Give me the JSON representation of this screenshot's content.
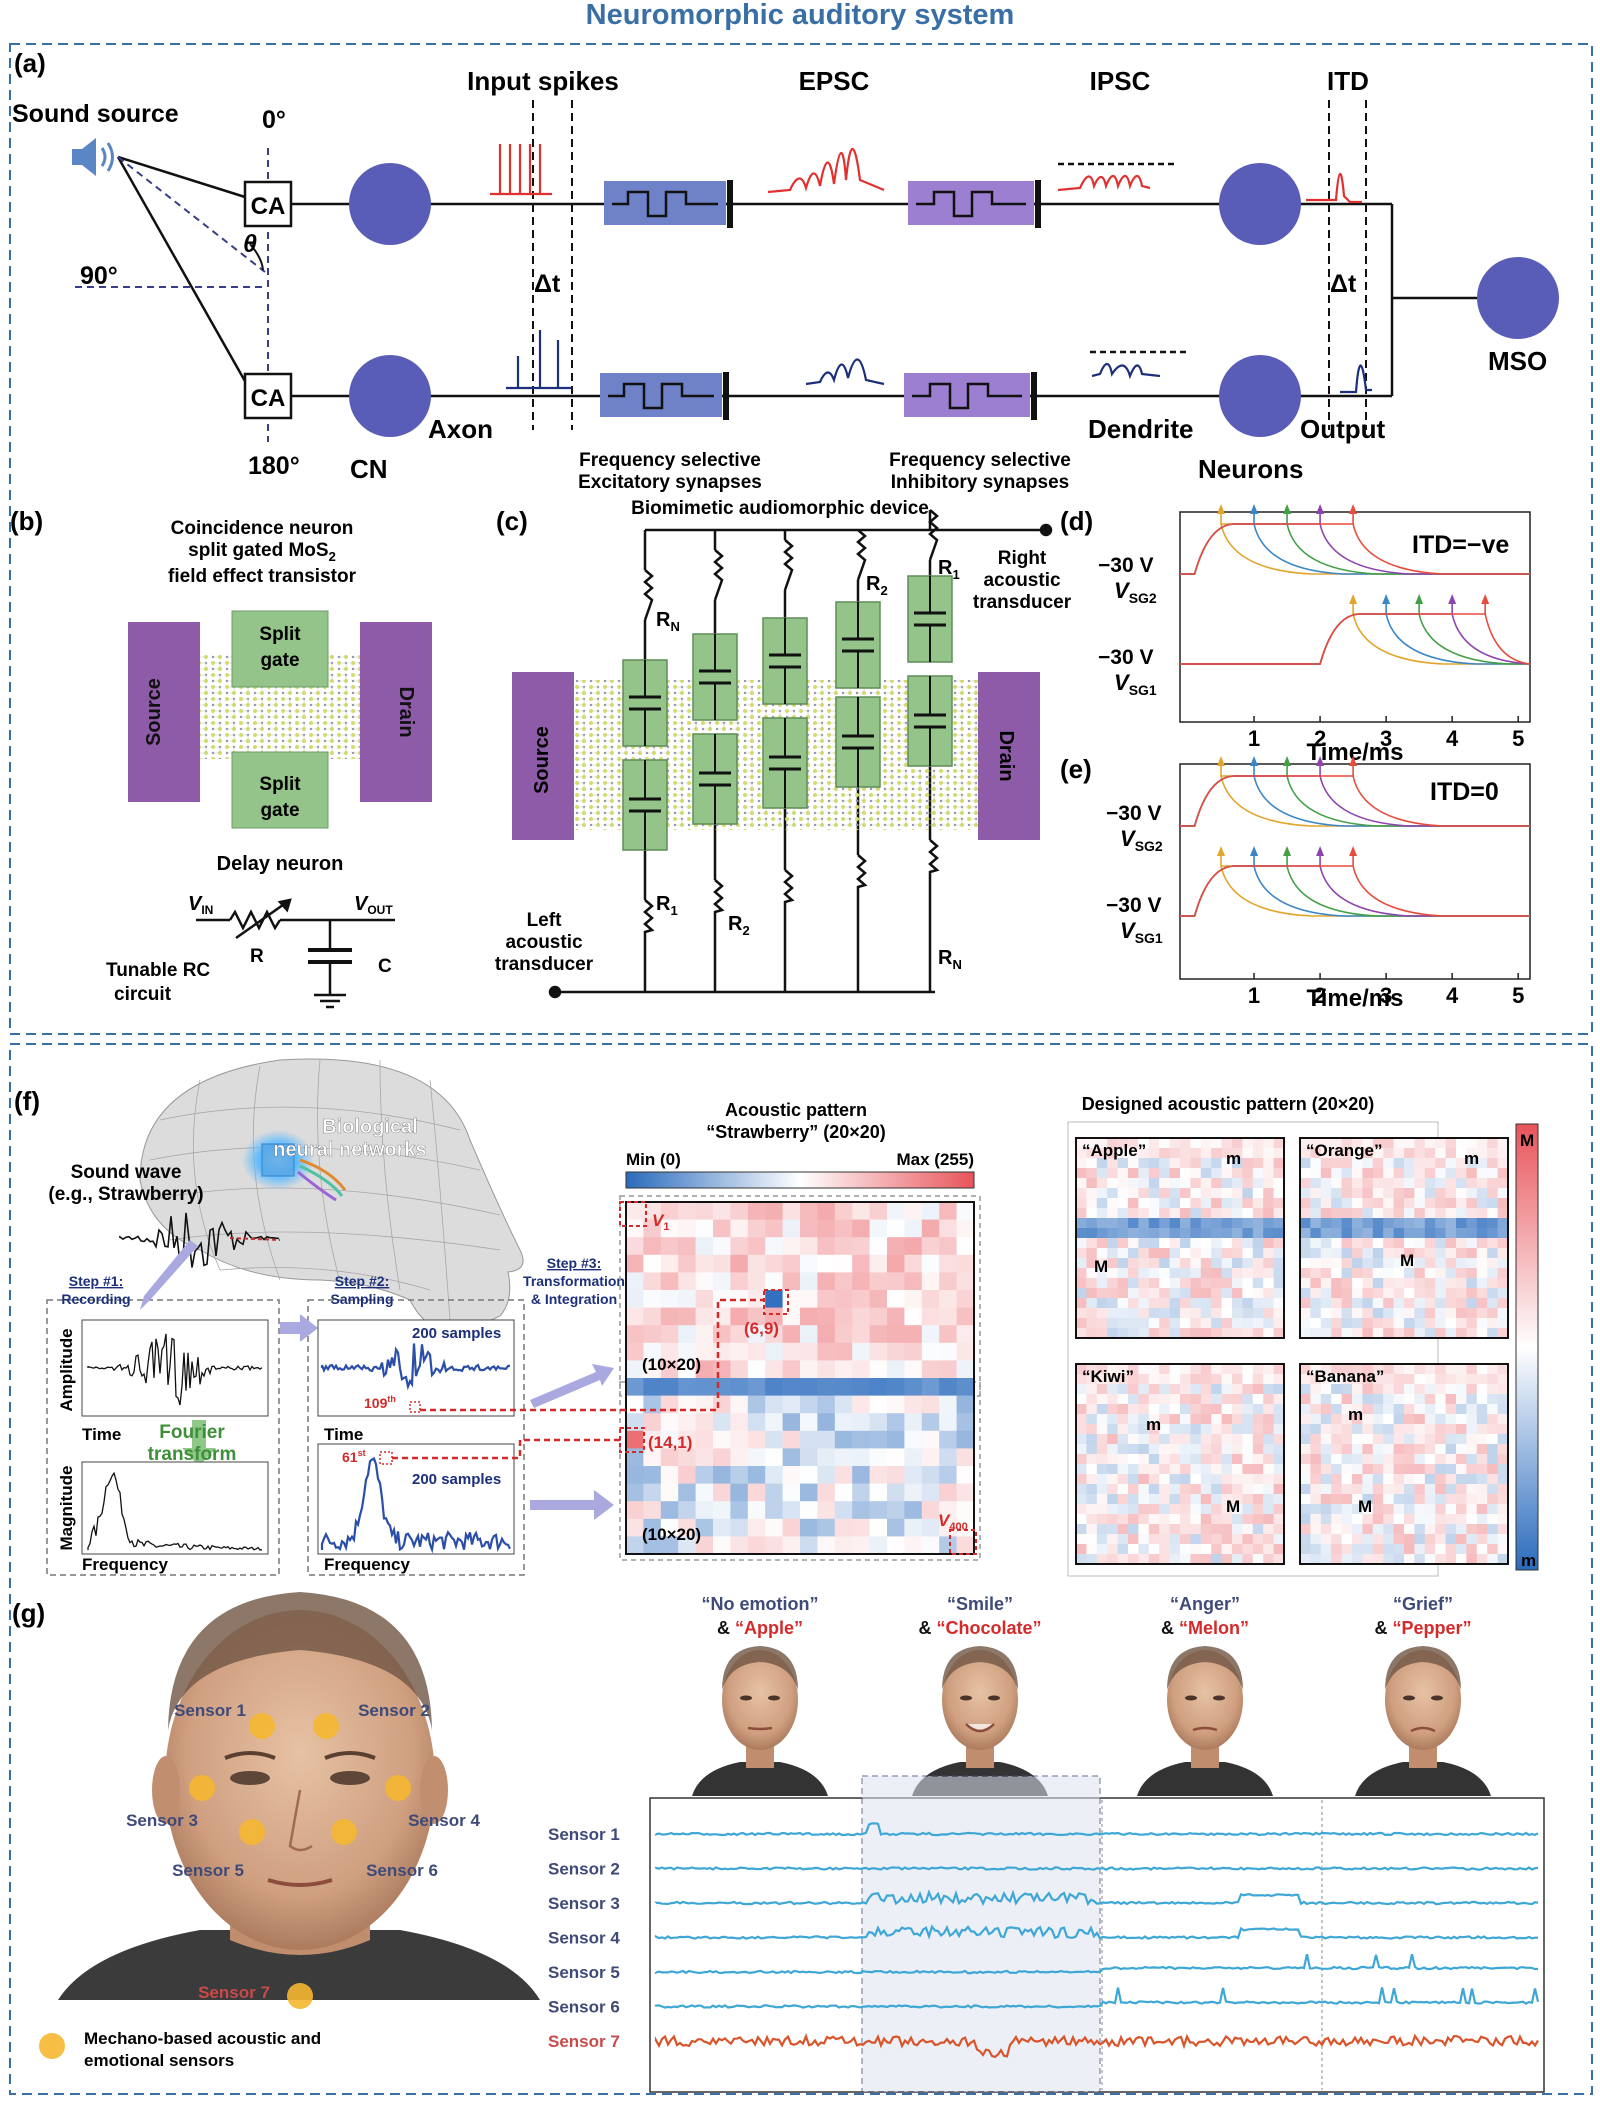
{
  "title": "Neuromorphic auditory system",
  "colors": {
    "blue_dark": "#3a6fa6",
    "neuron": "#5a5db8",
    "synapse_ex": "#6f82c8",
    "synapse_in": "#9c7fd1",
    "red": "#e03030",
    "red_label": "#d42a2a",
    "navy": "#1c2f7a",
    "cyan": "#3ea7d6",
    "orange": "#d9542b",
    "sensor_dot": "#f5b731",
    "gate_green": "#94c48a",
    "electrode": "#8d5ba8"
  },
  "panel_a": {
    "label": "(a)",
    "sound_source": "Sound source",
    "angle_0": "0°",
    "angle_90": "90°",
    "angle_180": "180°",
    "theta": "θ",
    "ca_top": "CA",
    "ca_bottom": "CA",
    "cn": "CN",
    "axon": "Axon",
    "input_spikes": "Input spikes",
    "epsc": "EPSC",
    "ipsc": "IPSC",
    "itd": "ITD",
    "dt1": "Δt",
    "dt2": "Δt",
    "exc_syn_1": "Frequency selective",
    "exc_syn_2": "Excitatory synapses",
    "inh_syn_1": "Frequency selective",
    "inh_syn_2": "Inhibitory synapses",
    "dendrite": "Dendrite",
    "neurons": "Neurons",
    "output": "Output",
    "mso": "MSO"
  },
  "panel_b": {
    "label": "(b)",
    "title_1": "Coincidence neuron",
    "title_2": "split gated MoS",
    "title_2_sub": "2",
    "title_3": "field effect transistor",
    "source": "Source",
    "drain": "Drain",
    "split_gate_1": "Split",
    "split_gate_2": "gate",
    "delay_neuron": "Delay neuron",
    "vin": "V",
    "vin_sub": "IN",
    "vout": "V",
    "vout_sub": "OUT",
    "r": "R",
    "c": "C",
    "rc_1": "Tunable RC",
    "rc_2": "circuit"
  },
  "panel_c": {
    "label": "(c)",
    "title": "Biomimetic audiomorphic device",
    "right_1": "Right",
    "right_2": "acoustic",
    "right_3": "transducer",
    "left_1": "Left",
    "left_2": "acoustic",
    "left_3": "transducer",
    "source": "Source",
    "drain": "Drain",
    "r_top": [
      "R",
      "R",
      "R"
    ],
    "r_top_sub": [
      "N",
      "2",
      "1"
    ],
    "r_bot": [
      "R",
      "R",
      "R"
    ],
    "r_bot_sub": [
      "1",
      "2",
      "N"
    ]
  },
  "panel_d": {
    "label": "(d)",
    "itd": "ITD=−ve",
    "v_top": "−30 V",
    "v_top_name": "V",
    "v_top_sub": "SG2",
    "v_bot": "−30 V",
    "v_bot_name": "V",
    "v_bot_sub": "SG1",
    "xlabel": "Time/ms",
    "ticks": [
      "1",
      "2",
      "3",
      "4",
      "5"
    ]
  },
  "panel_e": {
    "label": "(e)",
    "itd": "ITD=0",
    "v_top": "−30 V",
    "v_top_name": "V",
    "v_top_sub": "SG2",
    "v_bot": "−30 V",
    "v_bot_name": "V",
    "v_bot_sub": "SG1",
    "xlabel": "Time/ms",
    "ticks": [
      "1",
      "2",
      "3",
      "4",
      "5"
    ]
  },
  "panel_f": {
    "label": "(f)",
    "bio_1": "Biological",
    "bio_2": "neural networks",
    "sound_1": "Sound wave",
    "sound_2": "(e.g., Strawberry)",
    "step1_1": "Step #1:",
    "step1_2": "Recording",
    "step2_1": "Step #2:",
    "step2_2": "Sampling",
    "step3_1": "Step #3:",
    "step3_2": "Transformation",
    "step3_3": "& Integration",
    "amplitude": "Amplitude",
    "time": "Time",
    "fourier_1": "Fourier",
    "fourier_2": "transform",
    "magnitude": "Magnitude",
    "frequency": "Frequency",
    "samples_1": "200 samples",
    "samples_2": "200 samples",
    "s109": "109",
    "s109_sup": "th",
    "s61": "61",
    "s61_sup": "st",
    "time2": "Time",
    "frequency2": "Frequency",
    "ap_title_1": "Acoustic pattern",
    "ap_title_2": "“Strawberry” (20×20)",
    "min": "Min (0)",
    "max": "Max (255)",
    "v1": "V",
    "v1_sub": "1",
    "v400": "V",
    "v400_sub": "400",
    "c69": "(6,9)",
    "c141": "(14,1)",
    "size_top": "(10×20)",
    "size_bot": "(10×20)",
    "designed_title": "Designed acoustic pattern (20×20)",
    "apple": "“Apple”",
    "orange": "“Orange”",
    "kiwi": "“Kiwi”",
    "banana": "“Banana”",
    "m_small": "m",
    "m_big": "M",
    "cb_top": "M",
    "cb_bot": "m"
  },
  "panel_g": {
    "label": "(g)",
    "sensors": [
      "Sensor 1",
      "Sensor 2",
      "Sensor 3",
      "Sensor 4",
      "Sensor 5",
      "Sensor 6",
      "Sensor 7"
    ],
    "legend_1": "Mechano-based acoustic and",
    "legend_2": "emotional sensors",
    "emotions": [
      {
        "emotion": "“No emotion”",
        "amp": "&",
        "food": "“Apple”"
      },
      {
        "emotion": "“Smile”",
        "amp": "&",
        "food": "“Chocolate”"
      },
      {
        "emotion": "“Anger”",
        "amp": "&",
        "food": "“Melon”"
      },
      {
        "emotion": "“Grief”",
        "amp": "&",
        "food": "“Pepper”"
      }
    ]
  }
}
